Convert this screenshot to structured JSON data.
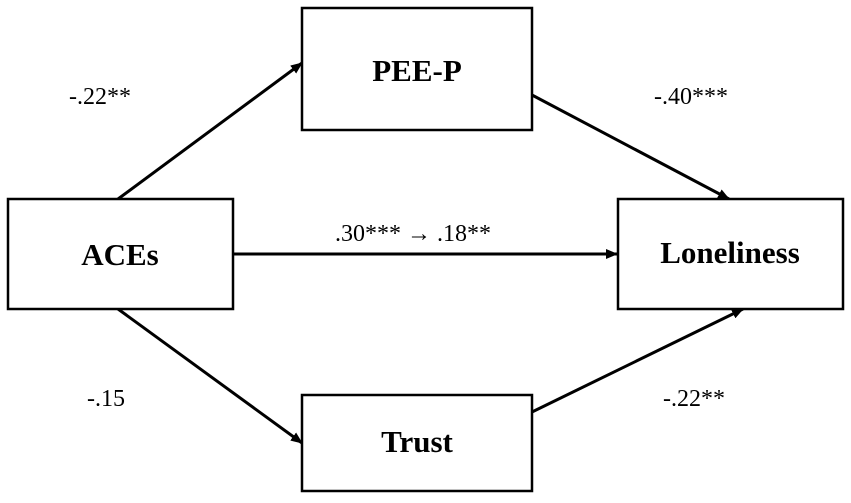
{
  "nodes": {
    "aces": "ACEs",
    "peep": "PEE-P",
    "trust": "Trust",
    "loneliness": "Loneliness"
  },
  "coefficients": {
    "aces_to_peep": "-.22**",
    "peep_to_loneliness": "-.40***",
    "aces_to_loneliness": ".30*** → .18**",
    "aces_to_trust": "-.15",
    "trust_to_loneliness": "-.22**"
  },
  "colors": {
    "stroke": "#000000",
    "background": "#ffffff"
  }
}
